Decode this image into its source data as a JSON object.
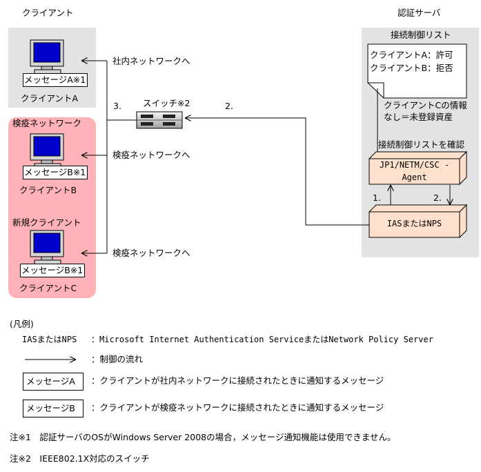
{
  "headings": {
    "client": "クライアント",
    "auth_server": "認証サーバ"
  },
  "client_a": {
    "message": "メッセージA※1",
    "label": "クライアントA",
    "route": "社内ネットワークへ"
  },
  "quarantine_group": {
    "title": "検疫ネットワーク"
  },
  "client_b": {
    "message": "メッセージB※1",
    "label": "クライアントB",
    "route": "検疫ネットワークへ"
  },
  "client_c": {
    "group_title": "新規クライアント",
    "message": "メッセージB※1",
    "label": "クライアントC",
    "route": "検疫ネットワークへ"
  },
  "switch": {
    "label": "スイッチ※2",
    "step_left": "3.",
    "step_right": "2."
  },
  "server": {
    "list_title": "接続制御リスト",
    "list_rows": [
      "クライアントA：許可",
      "クライアントB：拒否"
    ],
    "note_lines": [
      "クライアントCの情報",
      "なし＝未登録資産"
    ],
    "check_label": "接続制御リストを確認",
    "agent_lines": [
      "JP1/NETM/CSC -",
      "Agent"
    ],
    "ias_label": "IASまたはNPS",
    "step_up": "1.",
    "step_down": "2."
  },
  "legend": {
    "title": "(凡例)",
    "ias_key": "IASまたはNPS",
    "ias_desc": "：Microsoft Internet Authentication ServiceまたはNetwork Policy Server",
    "flow_desc": "：制御の流れ",
    "msg_a_key": "メッセージA",
    "msg_a_desc": "：クライアントが社内ネットワークに接続されたときに通知するメッセージ",
    "msg_b_key": "メッセージB",
    "msg_b_desc": "：クライアントが検疫ネットワークに接続されたときに通知するメッセージ"
  },
  "notes": [
    "注※1　認証サーバのOSがWindows Server 2008の場合，メッセージ通知機能は使用できません。",
    "注※2　IEEE802.1X対応のスイッチ"
  ],
  "colors": {
    "client_panel": "#e3e3e3",
    "quarantine_panel": "#ffb3b8",
    "server_box": "#ffe0cc",
    "monitor_screen": "#0000cc"
  }
}
